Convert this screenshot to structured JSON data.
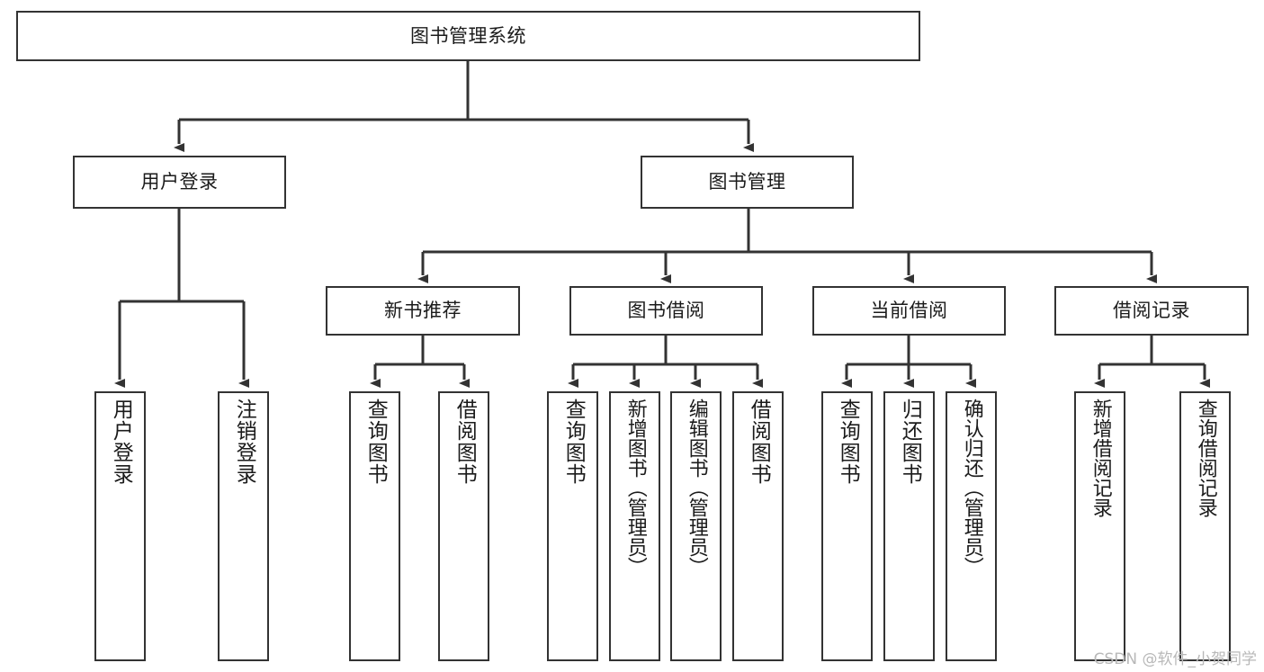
{
  "diagram": {
    "title": "图书管理系统",
    "type": "tree-hierarchy-diagram",
    "colors": {
      "box_border": "#333333",
      "box_fill": "#ffffff",
      "edge": "#333333",
      "text": "#1b1b1b",
      "background": "#ffffff",
      "watermark": "#b8b8b8"
    }
  },
  "root": {
    "label": "图书管理系统"
  },
  "level1": [
    {
      "label": "用户登录"
    },
    {
      "label": "图书管理"
    }
  ],
  "level2": [
    {
      "label": "新书推荐"
    },
    {
      "label": "图书借阅"
    },
    {
      "label": "当前借阅"
    },
    {
      "label": "借阅记录"
    }
  ],
  "leaves": {
    "user_login": [
      {
        "label": "用户登录"
      },
      {
        "label": "注销登录"
      }
    ],
    "new_book_recommend": [
      {
        "label": "查询图书"
      },
      {
        "label": "借阅图书"
      }
    ],
    "book_borrow": [
      {
        "label": "查询图书"
      },
      {
        "label": "新增图书（管理员）"
      },
      {
        "label": "编辑图书（管理员）"
      },
      {
        "label": "借阅图书"
      }
    ],
    "current_borrow": [
      {
        "label": "查询图书"
      },
      {
        "label": "归还图书"
      },
      {
        "label": "确认归还（管理员）"
      }
    ],
    "borrow_record": [
      {
        "label": "新增借阅记录"
      },
      {
        "label": "查询借阅记录"
      }
    ]
  },
  "watermark": {
    "text": "CSDN @软件_小贺同学"
  }
}
